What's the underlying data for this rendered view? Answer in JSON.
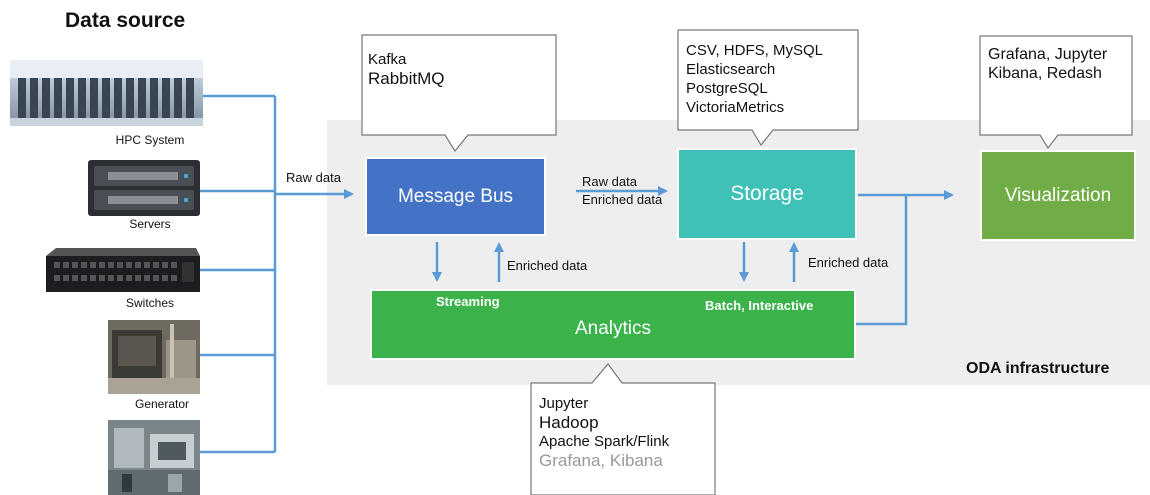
{
  "title": "Data source",
  "infra_label": "ODA infrastructure",
  "sources": [
    {
      "label": "HPC System"
    },
    {
      "label": "Servers"
    },
    {
      "label": "Switches"
    },
    {
      "label": "Generator"
    },
    {
      "label": ""
    }
  ],
  "edge_labels": {
    "raw_data_in": "Raw data",
    "bus_to_storage_raw": "Raw data",
    "bus_to_storage_enriched": "Enriched data",
    "analytics_to_bus": "Enriched data",
    "analytics_to_storage": "Enriched data"
  },
  "boxes": {
    "message_bus": "Message Bus",
    "storage": "Storage",
    "visualization": "Visualization",
    "analytics": "Analytics",
    "streaming": "Streaming",
    "batch": "Batch, Interactive"
  },
  "callouts": {
    "bus": [
      "Kafka",
      "RabbitMQ"
    ],
    "storage": [
      "CSV, HDFS, MySQL",
      "Elasticsearch",
      "PostgreSQL",
      "VictoriaMetrics"
    ],
    "viz": [
      "Grafana, Jupyter",
      "Kibana, Redash"
    ],
    "analytics": [
      "Jupyter",
      "Hadoop",
      "Apache Spark/Flink",
      "Grafana, Kibana"
    ]
  },
  "colors": {
    "message_bus": "#4472c4",
    "storage": "#3fc1b7",
    "visualization": "#70ad47",
    "analytics": "#3bb34a",
    "wire": "#5b9bd5",
    "infra_bg": "#eeeeee"
  }
}
